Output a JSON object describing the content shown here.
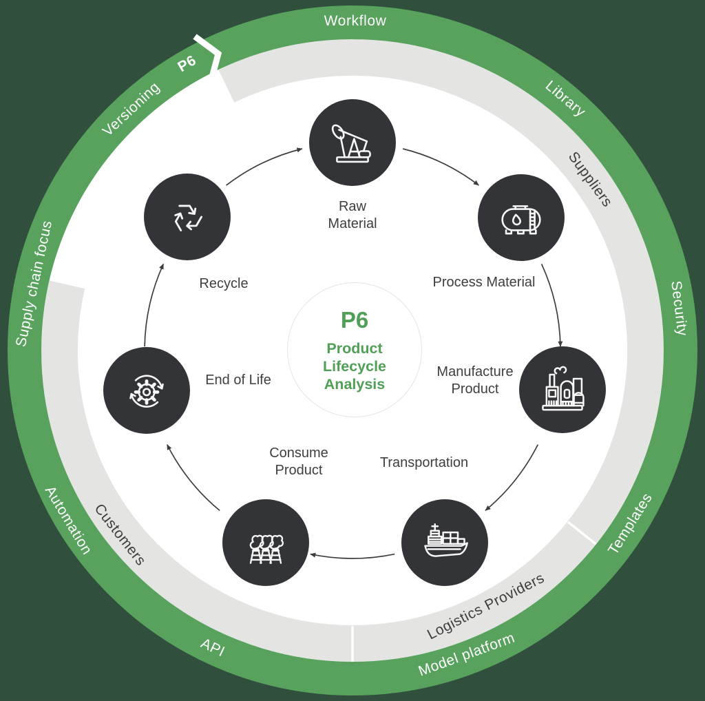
{
  "diagram": {
    "center": {
      "badge": "P6",
      "title_lines": [
        "Product",
        "Lifecycle",
        "Analysis"
      ]
    },
    "outer_ring_labels": [
      "Workflow",
      "Library",
      "Security",
      "Templates",
      "Model platform",
      "API",
      "Automation",
      "Supply chain focus",
      "Versioning",
      "P6"
    ],
    "inner_ring_labels": [
      "Suppliers",
      "Logistics Providers",
      "Customers"
    ],
    "nodes": [
      {
        "id": "raw-material",
        "lines": [
          "Raw",
          "Material"
        ],
        "icon": "oil-pump-icon"
      },
      {
        "id": "process-material",
        "lines": [
          "Process Material"
        ],
        "icon": "storage-tank-icon"
      },
      {
        "id": "manufacture-product",
        "lines": [
          "Manufacture",
          "Product"
        ],
        "icon": "factory-icon"
      },
      {
        "id": "transportation",
        "lines": [
          "Transportation"
        ],
        "icon": "cargo-ship-icon"
      },
      {
        "id": "consume-product",
        "lines": [
          "Consume",
          "Product"
        ],
        "icon": "cooling-towers-icon"
      },
      {
        "id": "end-of-life",
        "lines": [
          "End of Life"
        ],
        "icon": "gear-cycle-icon"
      },
      {
        "id": "recycle",
        "lines": [
          "Recycle"
        ],
        "icon": "recycle-icon"
      }
    ],
    "colors": {
      "background": "#30503d",
      "outer_ring": "#58a25e",
      "inner_ring": "#e4e4e2",
      "node_circle": "#333437",
      "accent_green": "#4f9f57",
      "label_dark": "#3e3e3e",
      "arrow": "#3c3c3c",
      "icon_stroke": "#f7f7f7"
    }
  }
}
